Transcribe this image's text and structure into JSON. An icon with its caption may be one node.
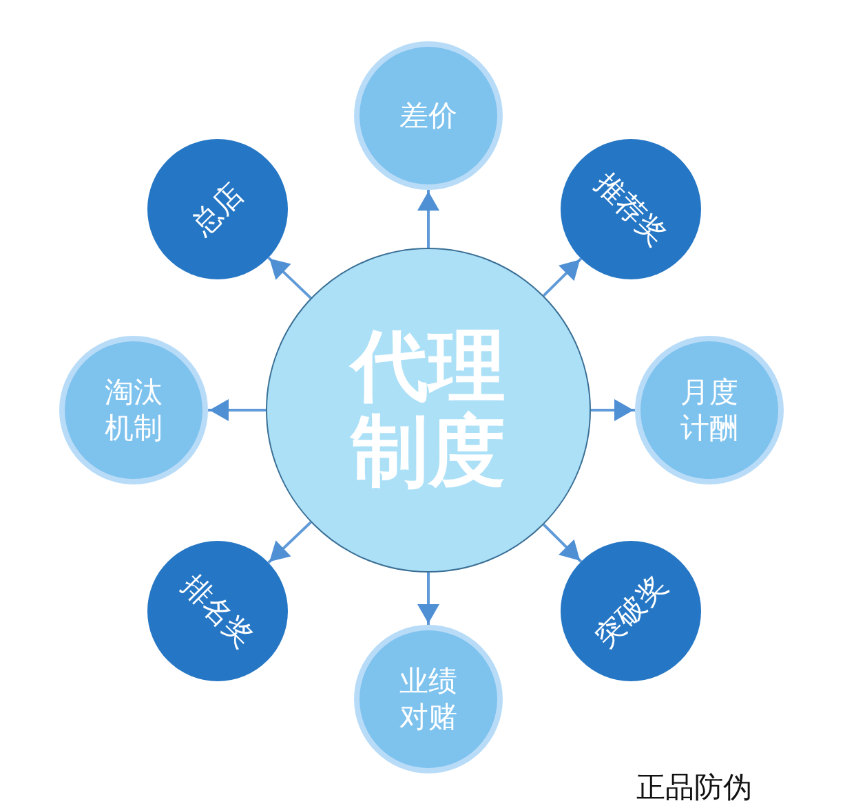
{
  "diagram": {
    "nodes": [
      {
        "text": [
          "代理制度"
        ]
      },
      {
        "text": [
          "差价"
        ]
      },
      {
        "text": [
          "推荐奖"
        ]
      },
      {
        "text": [
          "月度计酬"
        ]
      },
      {
        "text": [
          "突破奖"
        ]
      },
      {
        "text": [
          "业绩对赌"
        ]
      },
      {
        "text": [
          "排名奖"
        ]
      },
      {
        "text": [
          "淘汰机制"
        ]
      },
      {
        "text": [
          "总店"
        ]
      }
    ],
    "edges": [
      {
        "from": 0,
        "to": 1,
        "arrow": "to"
      },
      {
        "from": 0,
        "to": 2,
        "arrow": "to"
      },
      {
        "from": 0,
        "to": 3,
        "arrow": "to"
      },
      {
        "from": 0,
        "to": 4,
        "arrow": "to"
      },
      {
        "from": 0,
        "to": 5,
        "arrow": "to"
      },
      {
        "from": 0,
        "to": 6,
        "arrow": "to"
      },
      {
        "from": 0,
        "to": 7,
        "arrow": "to"
      },
      {
        "from": 0,
        "to": 8,
        "arrow": "to"
      }
    ],
    "labels": [
      "正品防伪"
    ]
  }
}
